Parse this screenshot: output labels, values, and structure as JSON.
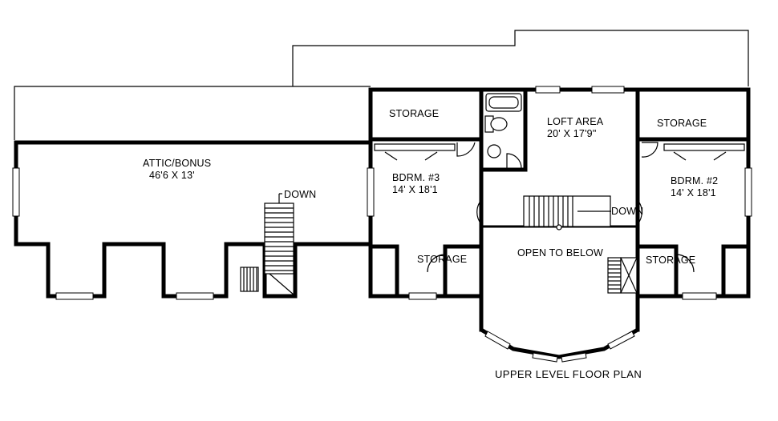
{
  "plan": {
    "title": "UPPER LEVEL FLOOR PLAN",
    "rooms": {
      "attic": {
        "name": "ATTIC/BONUS",
        "size": "46'6 X 13'"
      },
      "loft": {
        "name": "LOFT AREA",
        "size": "20' X 17'9\""
      },
      "bedroom3": {
        "name": "BDRM. #3",
        "size": "14' X 18'1"
      },
      "bedroom2": {
        "name": "BDRM. #2",
        "size": "14' X 18'1"
      },
      "storage_top_left": "STORAGE",
      "storage_top_right": "STORAGE",
      "storage_mid_left": "STORAGE",
      "storage_mid_right": "STORAGE",
      "open_to_below": "OPEN TO BELOW"
    },
    "stair_labels": {
      "attic_down": "DOWN",
      "loft_down": "DOWN"
    }
  }
}
